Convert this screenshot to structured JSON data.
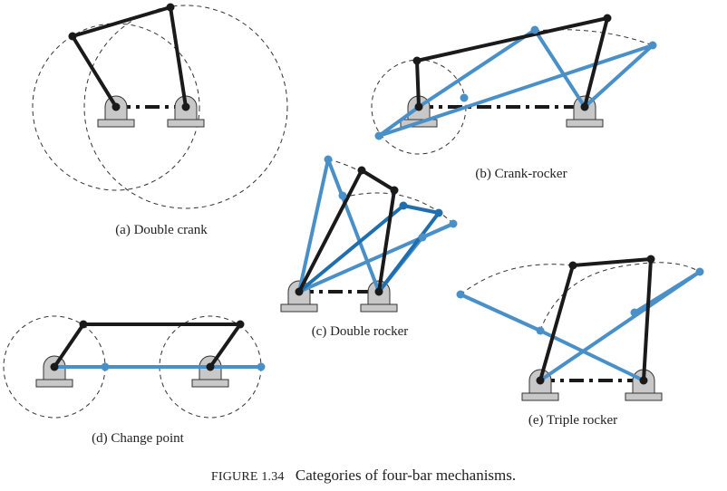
{
  "figure": {
    "label": "FIGURE 1.34",
    "title": "Categories of four-bar mechanisms."
  },
  "panels": [
    {
      "id": "a",
      "caption": "(a) Double crank"
    },
    {
      "id": "b",
      "caption": "(b) Crank-rocker"
    },
    {
      "id": "c",
      "caption": "(c) Double rocker"
    },
    {
      "id": "d",
      "caption": "(d) Change point"
    },
    {
      "id": "e",
      "caption": "(e) Triple rocker"
    }
  ],
  "colors": {
    "link_primary": "#1a1a1a",
    "link_alternate": "#4a90c8",
    "link_alternate_dark": "#1f6fb0",
    "path_dashed": "#333333",
    "pivot_fill": "#c8c8c8",
    "pivot_stroke": "#333333"
  }
}
